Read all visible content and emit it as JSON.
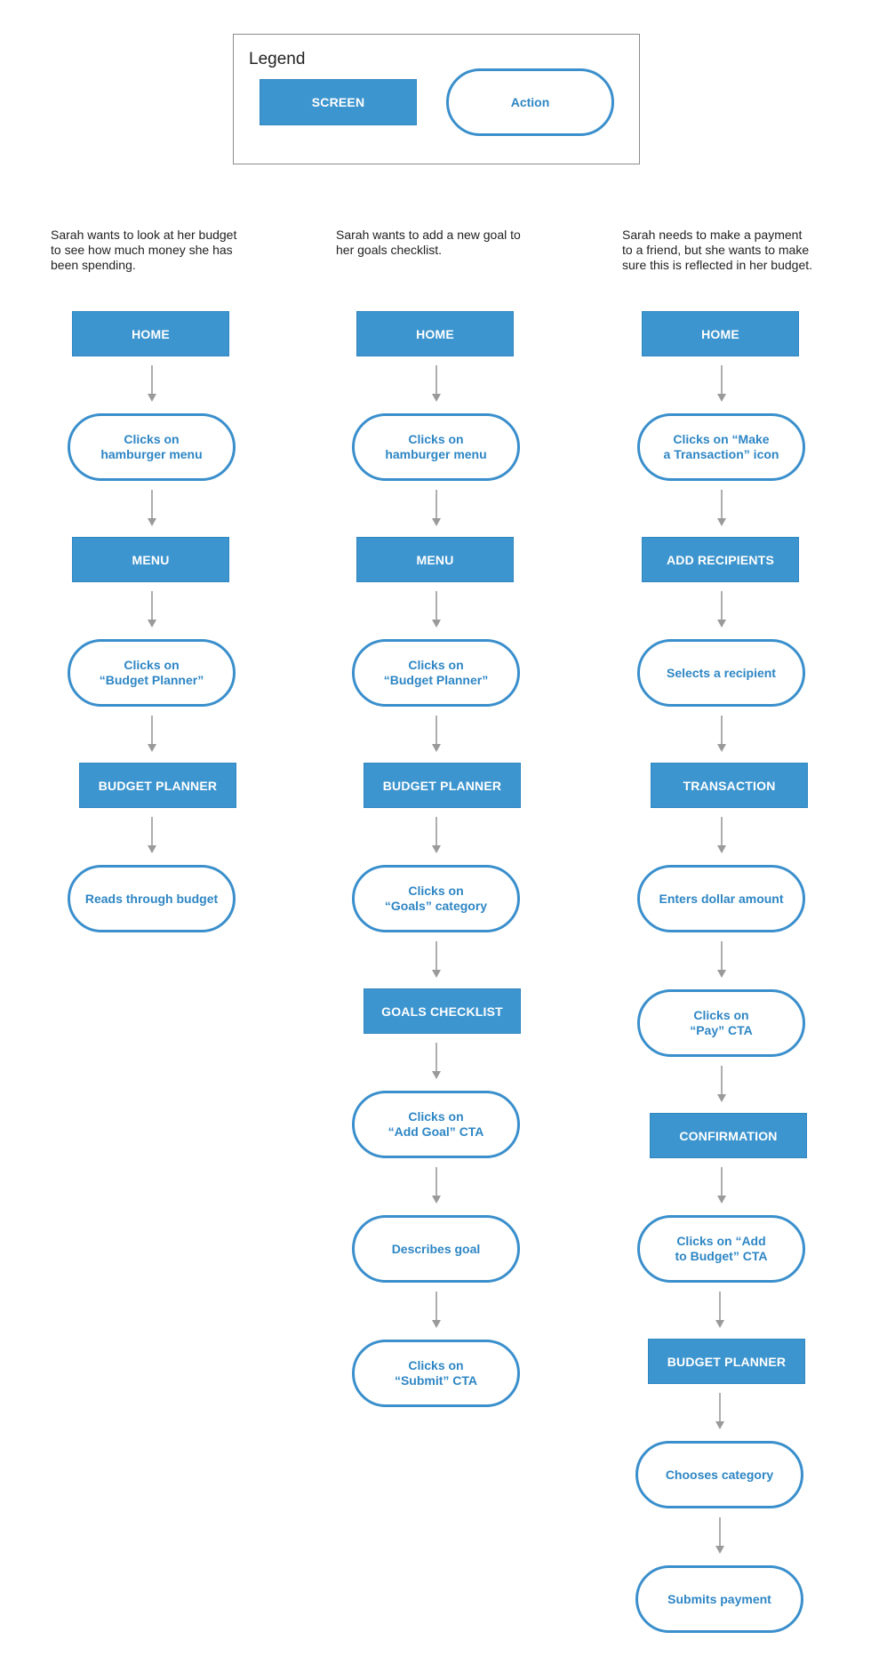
{
  "legend": {
    "title": "Legend",
    "screen_label": "SCREEN",
    "action_label": "Action"
  },
  "colors": {
    "screen_fill": "#3d95cf",
    "action_border": "#3a8fcc",
    "arrow": "#9a9a9a"
  },
  "flows": [
    {
      "scenario": "Sarah wants to look at her budget\nto see how much money she has\nbeen spending.",
      "steps": [
        {
          "type": "screen",
          "label": "HOME"
        },
        {
          "type": "action",
          "label": "Clicks on\nhamburger menu"
        },
        {
          "type": "screen",
          "label": "MENU"
        },
        {
          "type": "action",
          "label": "Clicks on\n“Budget Planner”"
        },
        {
          "type": "screen",
          "label": "BUDGET PLANNER"
        },
        {
          "type": "action",
          "label": "Reads through budget"
        }
      ]
    },
    {
      "scenario": "Sarah wants to add a new goal to\nher goals checklist.",
      "steps": [
        {
          "type": "screen",
          "label": "HOME"
        },
        {
          "type": "action",
          "label": "Clicks on\nhamburger menu"
        },
        {
          "type": "screen",
          "label": "MENU"
        },
        {
          "type": "action",
          "label": "Clicks on\n“Budget Planner”"
        },
        {
          "type": "screen",
          "label": "BUDGET PLANNER"
        },
        {
          "type": "action",
          "label": "Clicks on\n“Goals” category"
        },
        {
          "type": "screen",
          "label": "GOALS CHECKLIST"
        },
        {
          "type": "action",
          "label": "Clicks on\n“Add Goal” CTA"
        },
        {
          "type": "action",
          "label": "Describes goal"
        },
        {
          "type": "action",
          "label": "Clicks on\n“Submit” CTA"
        }
      ]
    },
    {
      "scenario": "Sarah needs to make a payment\nto a friend, but she wants to make\nsure this is reflected in her budget.",
      "steps": [
        {
          "type": "screen",
          "label": "HOME"
        },
        {
          "type": "action",
          "label": "Clicks on “Make\na Transaction” icon"
        },
        {
          "type": "screen",
          "label": "ADD RECIPIENTS"
        },
        {
          "type": "action",
          "label": "Selects a recipient"
        },
        {
          "type": "screen",
          "label": "TRANSACTION"
        },
        {
          "type": "action",
          "label": "Enters dollar amount"
        },
        {
          "type": "action",
          "label": "Clicks on\n“Pay” CTA"
        },
        {
          "type": "screen",
          "label": "CONFIRMATION"
        },
        {
          "type": "action",
          "label": "Clicks on  “Add\nto Budget” CTA"
        },
        {
          "type": "screen",
          "label": "BUDGET PLANNER"
        },
        {
          "type": "action",
          "label": "Chooses category"
        },
        {
          "type": "action",
          "label": "Submits payment"
        }
      ]
    }
  ]
}
